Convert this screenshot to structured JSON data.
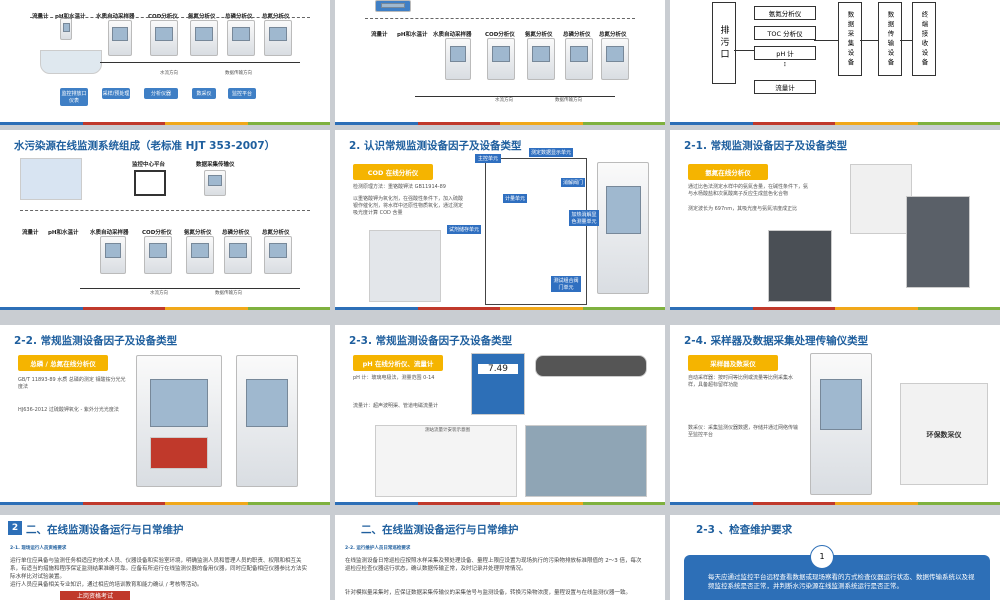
{
  "slides": {
    "s1": {
      "labels": {
        "flow_meter": "流量计",
        "ph_meter": "pH和水温计",
        "sampler": "水质自动采样器",
        "cod": "COD分析仪",
        "nh3": "氨氮分析仪",
        "tn": "总磷分析仪",
        "tp": "总氮分析仪"
      },
      "legend": {
        "water": "水流方向",
        "data": "数据传输方向"
      },
      "flow_steps": [
        "监控排放口仪表",
        "采样/预处理",
        "分析仪器",
        "数采仪",
        "监控平台"
      ]
    },
    "s2": {
      "labels": {
        "flow_meter": "流量计",
        "ph_meter": "pH和水温计",
        "sampler": "水质自动采样器",
        "cod": "COD分析仪",
        "nh3": "氨氮分析仪",
        "tn": "总磷分析仪",
        "tp": "总氮分析仪"
      },
      "legend": {
        "water": "水流方向",
        "data": "数据传输方向"
      }
    },
    "s3": {
      "outlet": "排污口",
      "instruments": [
        "氨氮分析仪",
        "TOC 分析仪",
        "pH 计",
        "⋮",
        "流量计"
      ],
      "collector": "数据采集设备",
      "transmitter": "数据传输设备",
      "receiver": "终端接收设备"
    },
    "s4": {
      "title": "水污染源在线监测系统组成（老标准 HJT 353-2007）",
      "platform": "监控中心平台",
      "collector": "数据采集传输仪",
      "labels": {
        "flow_meter": "流量计",
        "ph_meter": "pH和水温计",
        "sampler": "水质自动采样器",
        "cod": "COD分析仪",
        "nh3": "氨氮分析仪",
        "tn": "总磷分析仪",
        "tp": "总氮分析仪"
      },
      "legend": {
        "water": "水流方向",
        "data": "数据传输方向"
      }
    },
    "s5": {
      "title": "2. 认识常规监测设备因子及设备类型",
      "box": "COD 在线分析仪",
      "bullets": [
        "检测原理方法：重铬酸钾法 GB11914-89",
        "以重铬酸钾为氧化剂，在强酸性条件下，加入硫酸银作催化剂，将水样中还原性物质氧化，通过测定吸光度计算 COD 含量"
      ],
      "callouts": [
        "测定数据显示单元",
        "消解阀门",
        "计量单元",
        "加热消解显色测量单元",
        "试剂储存单元",
        "测试组合阀门单元",
        "主控单元"
      ]
    },
    "s6": {
      "title": "2-1. 常规监测设备因子及设备类型",
      "box": "氨氮在线分析仪",
      "bullets": [
        "通过比色法测定水样中的氨氮含量，在碱性条件下，氨与水杨酸盐和次氯酸离子反应生成蓝色化合物",
        "测定波长为 697nm，其吸光度与氨氮浓度成正比"
      ]
    },
    "s7": {
      "title": "2-2. 常规监测设备因子及设备类型",
      "box": "总磷 / 总氮在线分析仪",
      "bullets": [
        "GB/T 11893-89 水质 总磷的测定 钼酸铵分光光度法",
        "HJ636-2012 过硫酸钾氧化 - 紫外分光光度法"
      ]
    },
    "s8": {
      "title": "2-3. 常规监测设备因子及设备类型",
      "box": "pH 在线分析仪、流量计",
      "bullets": [
        "pH 计：玻璃电极法，测量范围 0-14",
        "流量计：超声波明渠、管道电磁流量计"
      ],
      "display_value": "7.49",
      "diagram_caption": "测站流量计安装示意图"
    },
    "s9": {
      "title": "2-4. 采样器及数据采集处理传输仪类型",
      "box": "采样器及数采仪",
      "bullets": [
        "自动采样器：按时间等比例或流量等比例采集水样，具备超标留样功能",
        "数采仪：采集监测仪器数据，存储并通过网络传输至监控平台"
      ],
      "device_name": "环保数采仪"
    },
    "s10": {
      "number": "2",
      "title": "二、在线监测设备运行与日常维护",
      "subtitle": "2-1. 现场运行人员资格要求",
      "paragraphs": [
        "运行单位应具备与监测任务相适应的技术人员、仪器设备和实验室环境，明确监测人员和管理人员的职责、权限和相互关系，有适当的措施和程序保证监测结果准确可靠。应备有所运行在线监测仪器的备用仪器，同时应配备相应仪器参比方法实际水样比对试验装置。",
        "运行人员应具备相关专业知识，通过相应的培训教育和能力确认 / 考核等活动。"
      ],
      "banner": "上岗资格考试"
    },
    "s11": {
      "title": "二、在线监测设备运行与日常维护",
      "subtitle": "2-2. 运行维护人员日常巡检要求",
      "paragraphs": [
        "在线监测设备日常巡检应按照水样采集及预处理设备、量程上限应设置为现场执行的污染物排放标准限值的 2～3 倍，每次巡检应检查仪器运行状态，确认数据传输正常，及时记录并处理异常情况。",
        "针对模拟量采集时，应保证数据采集传输仪的采集信号与监测设备，转换污染物浓度，量程设置与在线监测仪器一致。"
      ]
    },
    "s12": {
      "title": "2-3 、检查维护要求",
      "circle": "1",
      "text": "每天应通过监控平台远程查看数据或现场察看的方式检查仪器运行状态、数据传输系统以及视频监控系统是否正常，并判断水污染源在线监测系统运行是否正常。"
    }
  }
}
